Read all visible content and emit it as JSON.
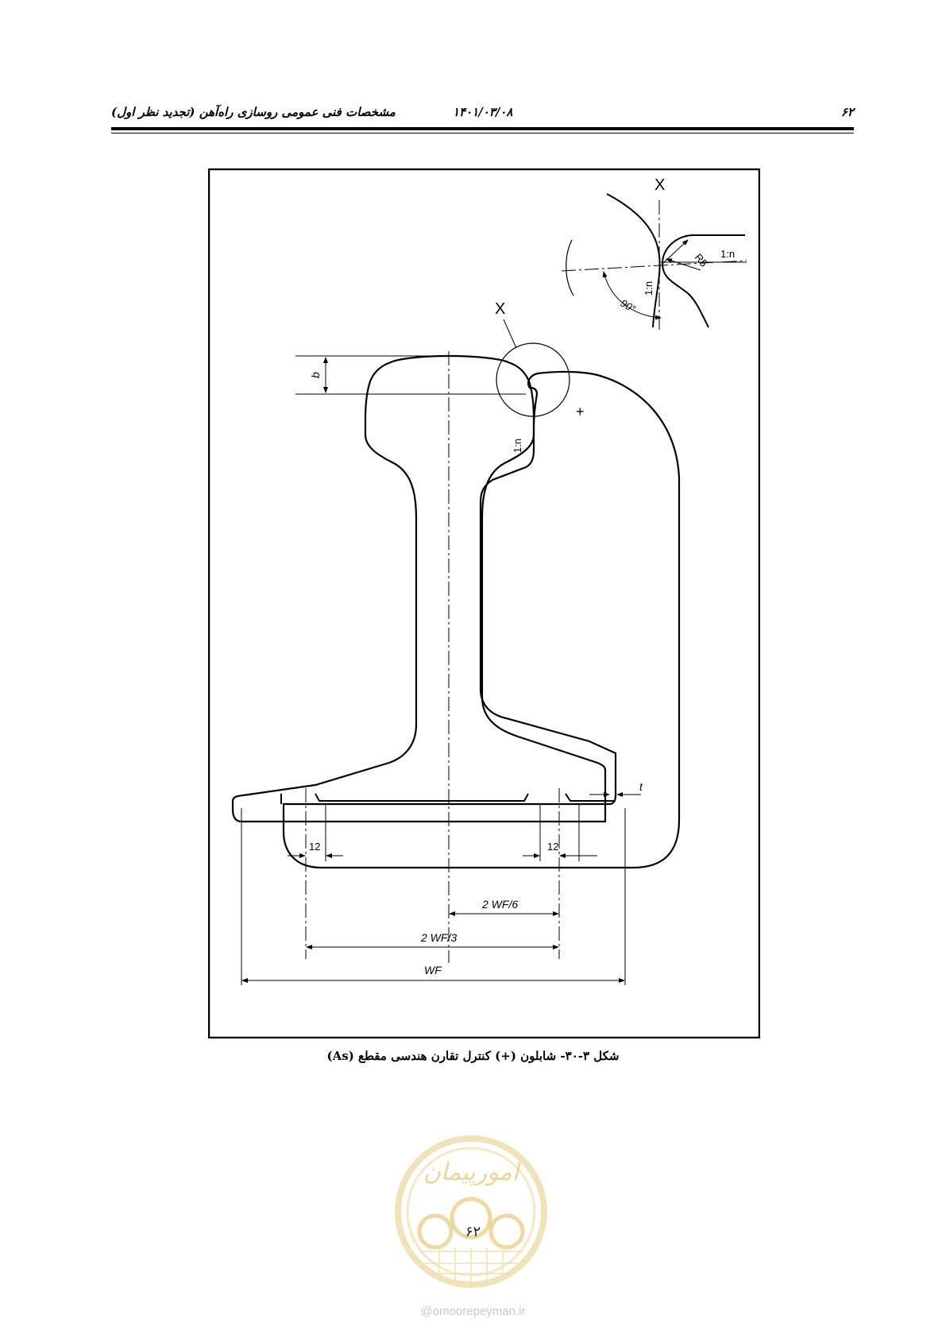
{
  "header": {
    "title": "مشخصات فنی عمومی روسازی راه‌آهن (تجدید نظر اول)",
    "date": "۱۴۰۱/۰۳/۰۸",
    "page": "۶۲"
  },
  "figure": {
    "detail_label_top": "X",
    "detail_label_main": "X",
    "radius_label": "R5",
    "incline_label_a": "1:n",
    "incline_label_b": "1:n",
    "incline_label_c": "1:n",
    "angle_label": "90°",
    "dim_b": "b",
    "dim_t": "t",
    "dim_12_left": "12",
    "dim_12_right": "12",
    "dim_2wf6": "2 WF/6",
    "dim_2wf3": "2 WF/3",
    "dim_wf": "WF",
    "plus_mark": "+"
  },
  "caption": "شکل ۳-۳۰- شابلون (+) کنترل تقارن هندسی مقطع (As)",
  "footer": {
    "page_number": "۶۲",
    "logo_text": "امورپیمان",
    "watermark_url": "@omoorepeyman.ir"
  },
  "colors": {
    "ink": "#000000",
    "seal": "#e8cf8a"
  }
}
